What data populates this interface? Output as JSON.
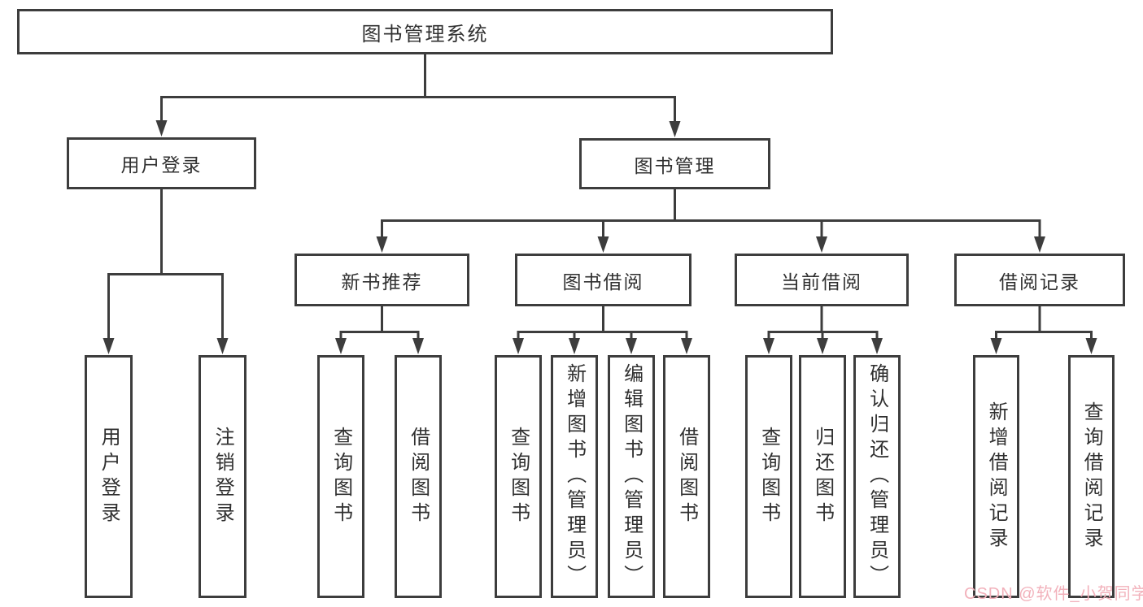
{
  "diagram": {
    "root_label": "图书管理系统",
    "level1": [
      {
        "label": "用户登录",
        "children": [
          "用户登录",
          "注销登录"
        ]
      },
      {
        "label": "图书管理",
        "groups": [
          {
            "label": "新书推荐",
            "children": [
              "查询图书",
              "借阅图书"
            ]
          },
          {
            "label": "图书借阅",
            "children": [
              "查询图书",
              "新增图书（管理员）",
              "编辑图书（管理员）",
              "借阅图书"
            ]
          },
          {
            "label": "当前借阅",
            "children": [
              "查询图书",
              "归还图书",
              "确认归还（管理员）"
            ]
          },
          {
            "label": "借阅记录",
            "children": [
              "新增借阅记录",
              "查询借阅记录"
            ]
          }
        ]
      }
    ]
  },
  "watermark": {
    "text": "CSDN @软件_小贺同学"
  },
  "colors": {
    "line": "#3d3d3d",
    "text": "#303030",
    "background": "#ffffff",
    "watermark": "#f2b1bb"
  }
}
